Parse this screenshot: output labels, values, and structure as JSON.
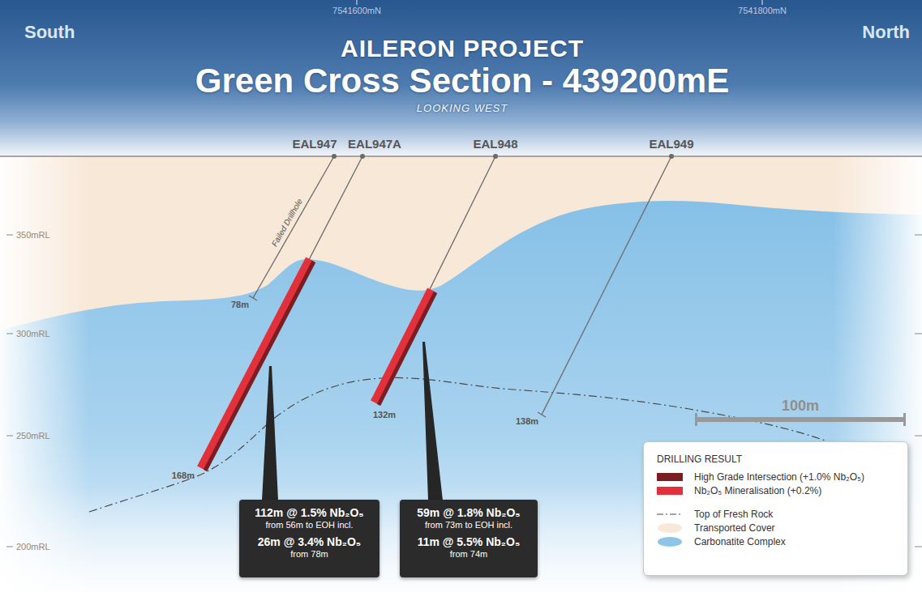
{
  "diagram": {
    "title": "Green Cross Section - 439200mE",
    "nodes": [
      {
        "text": [
          "112m @ 1.5% Nb₂O₅",
          "from 56m to EOH incl.",
          "26m @ 3.4% Nb₂O₅",
          "from 78m"
        ]
      },
      {
        "text": [
          "59m @ 1.8% Nb₂O₅",
          "from 73m to EOH incl.",
          "11m @ 5.5% Nb₂O₅",
          "from 74m"
        ]
      }
    ],
    "labels": [
      "AILERON PROJECT",
      "LOOKING WEST",
      "South",
      "North",
      "7541600mN",
      "7541800mN",
      "EAL947",
      "EAL947A",
      "EAL948",
      "EAL949",
      "Failed Drillhole",
      "78m",
      "132m",
      "168m",
      "138m",
      "350mRL",
      "300mRL",
      "250mRL",
      "200mRL",
      "100m",
      "DRILLING RESULT"
    ],
    "legend": [
      {
        "text": "High Grade Intersection (+1.0% Nb₂O₅)",
        "color": "#7a1e24"
      },
      {
        "text": "Nb₂O₅ Mineralisation (+0.2%)",
        "color": "#e2313a"
      },
      {
        "text": "Top of Fresh Rock"
      },
      {
        "text": "Transported Cover",
        "color": "#f8e8d8"
      },
      {
        "text": "Carbonatite Complex",
        "color": "#8dc4e8"
      }
    ]
  }
}
